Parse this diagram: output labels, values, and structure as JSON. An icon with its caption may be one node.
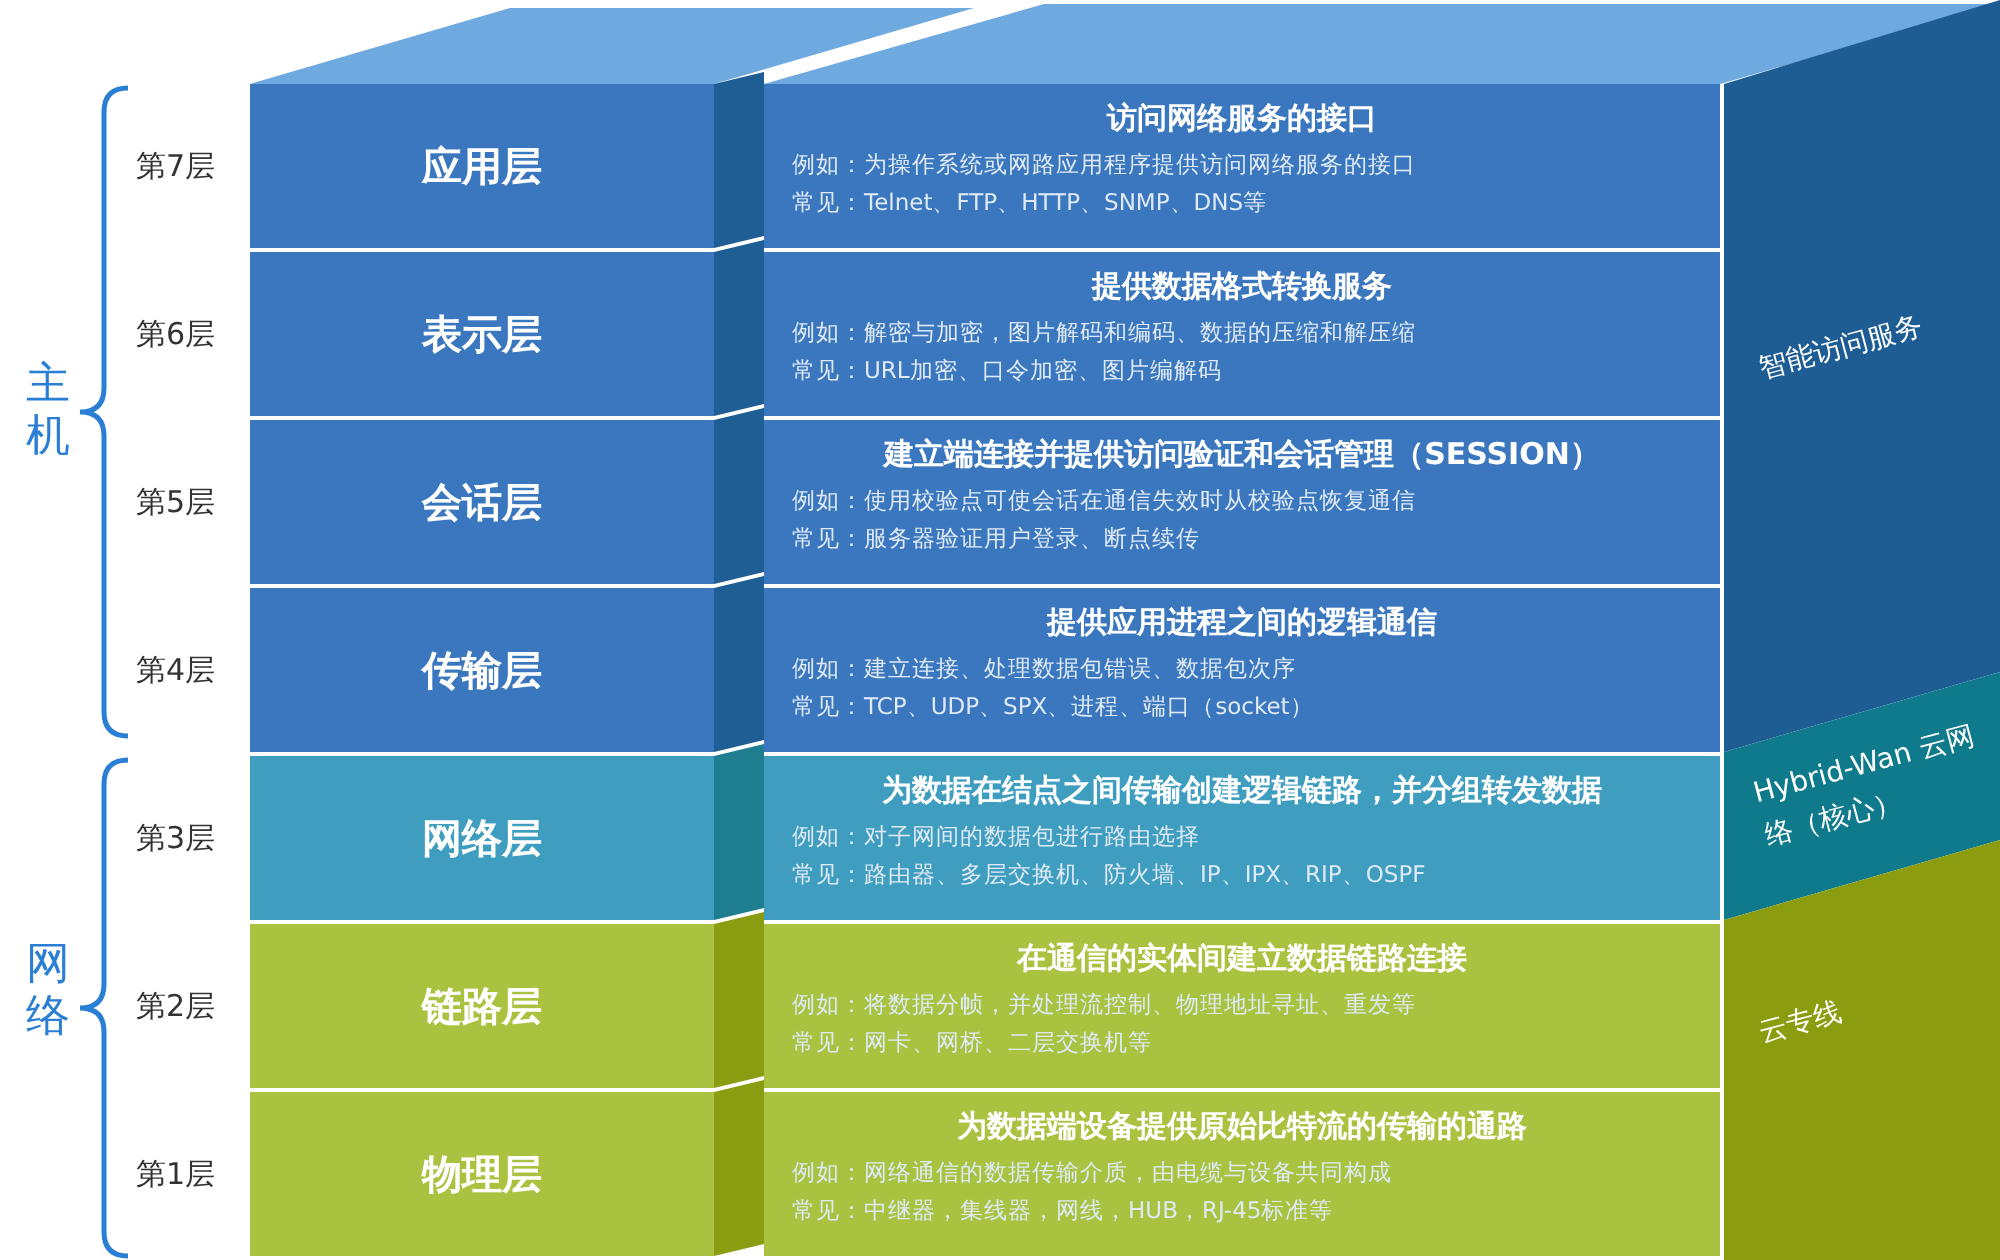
{
  "diagram": {
    "nodes": [
      {
        "text": [
          "应用层"
        ],
        "beside": [
          "第7层"
        ]
      },
      {
        "text": [
          "访问网络服务的接口",
          "例如：为操作系统或网路应用程序提供访问网络服务的接口",
          "常见：Telnet、FTP、HTTP、SNMP、DNS等"
        ]
      },
      {
        "text": [
          "表示层"
        ],
        "beside": [
          "第6层"
        ]
      },
      {
        "text": [
          "提供数据格式转换服务",
          "例如：解密与加密，图片解码和编码、数据的压缩和解压缩",
          "常见：URL加密、口令加密、图片编解码"
        ]
      },
      {
        "text": [
          "会话层"
        ],
        "beside": [
          "第5层"
        ]
      },
      {
        "text": [
          "建立端连接并提供访问验证和会话管理（SESSION）",
          "例如：使用校验点可使会话在通信失效时从校验点恢复通信",
          "常见：服务器验证用户登录、断点续传"
        ]
      },
      {
        "text": [
          "传输层"
        ],
        "beside": [
          "第4层"
        ]
      },
      {
        "text": [
          "提供应用进程之间的逻辑通信",
          "例如：建立连接、处理数据包错误、数据包次序",
          "常见：TCP、UDP、SPX、进程、端口（socket）"
        ]
      },
      {
        "text": [
          "网络层"
        ],
        "beside": [
          "第3层"
        ]
      },
      {
        "text": [
          "为数据在结点之间传输创建逻辑链路，并分组转发数据",
          "例如：对子网间的数据包进行路由选择",
          "常见：路由器、多层交换机、防火墙、IP、IPX、RIP、OSPF"
        ]
      },
      {
        "text": [
          "链路层"
        ],
        "beside": [
          "第2层"
        ]
      },
      {
        "text": [
          "在通信的实体间建立数据链路连接",
          "例如：将数据分帧，并处理流控制、物理地址寻址、重发等",
          "常见：网卡、网桥、二层交换机等"
        ]
      },
      {
        "text": [
          "物理层"
        ],
        "beside": [
          "第1层"
        ]
      },
      {
        "text": [
          "为数据端设备提供原始比特流的传输的通路",
          "例如：网络通信的数据传输介质，由电缆与设备共同构成",
          "常见：中继器，集线器，网线，HUB，RJ-45标准等"
        ]
      },
      {
        "text": [
          "智能访问服务"
        ]
      },
      {
        "text": [
          "Hybrid-Wan 云网络（核心）"
        ]
      },
      {
        "text": [
          "云专线"
        ]
      }
    ],
    "labels": [
      "主机",
      "网络"
    ]
  }
}
